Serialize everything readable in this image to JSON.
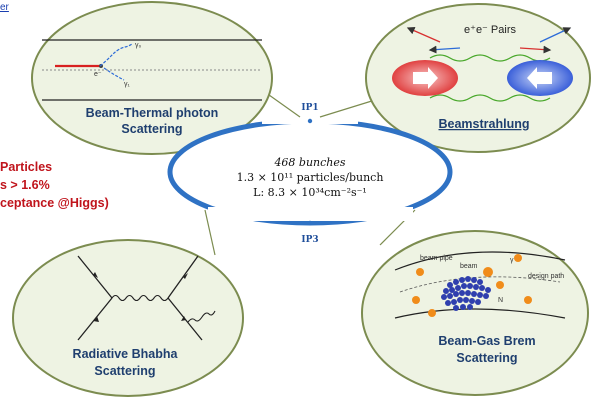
{
  "top_link": "er",
  "ring": {
    "ip1": "IP1",
    "ip3": "IP3",
    "line1": "468 bunches",
    "line2": "1.3 × 10¹¹ particles/bunch",
    "line3": "L: 8.3 × 10³⁴cm⁻²s⁻¹"
  },
  "left_text": {
    "line1": "Particles",
    "line2": "s > 1.6%",
    "line3": "ceptance @Higgs)"
  },
  "bubbles": {
    "top_left": {
      "label1": "Beam-Thermal photon",
      "label2": "Scattering",
      "gamma0": "γ₀",
      "gamma1": "γ₁",
      "electron": "e⁻"
    },
    "top_right": {
      "title": "e⁺e⁻ Pairs",
      "label1": "Beamstrahlung"
    },
    "bottom_left": {
      "label1": "Radiative Bhabha",
      "label2": "Scattering"
    },
    "bottom_right": {
      "label1": "Beam-Gas Brem",
      "label2": "Scattering",
      "beam_pipe": "beam pipe",
      "beam": "beam",
      "design_path": "design path",
      "gamma": "γ",
      "nucleus": "N"
    }
  },
  "colors": {
    "ring": "#2f72c4",
    "bubble_fill": "#eef3e3",
    "bubble_stroke": "#7c8c50",
    "label": "#1f3f6f",
    "red_text": "#c0141c"
  }
}
